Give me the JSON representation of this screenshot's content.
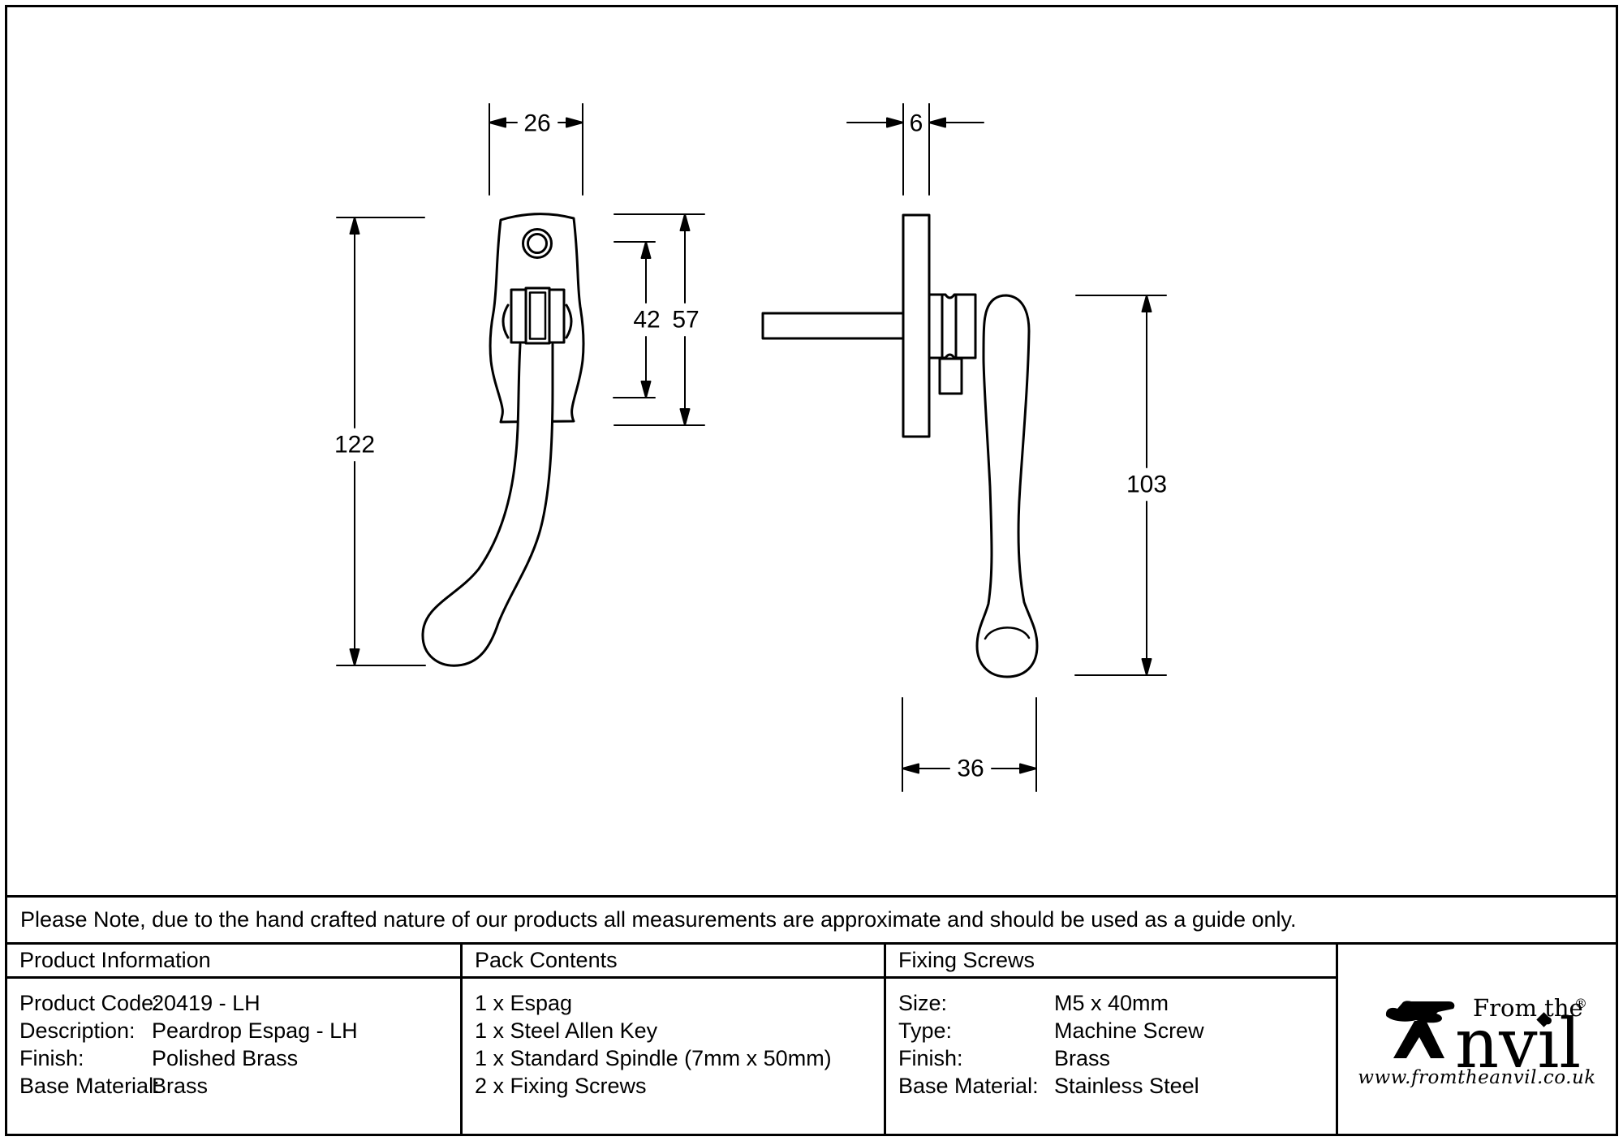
{
  "sheet": {
    "note": "Please Note, due to the hand crafted nature of our products all measurements are approximate and should be used as a guide only."
  },
  "drawing": {
    "front_view": {
      "plate_width_mm": "26",
      "overall_height_mm": "122",
      "inner_height_mm": "42",
      "plate_height_mm": "57"
    },
    "side_view": {
      "plate_thickness_mm": "6",
      "handle_drop_mm": "103",
      "projection_mm": "36"
    }
  },
  "table": {
    "product_information": {
      "header": "Product Information",
      "rows": [
        {
          "label": "Product Code:",
          "value": "20419 - LH"
        },
        {
          "label": "Description:",
          "value": "Peardrop Espag - LH"
        },
        {
          "label": "Finish:",
          "value": "Polished Brass"
        },
        {
          "label": "Base Material:",
          "value": "Brass"
        }
      ]
    },
    "pack_contents": {
      "header": "Pack Contents",
      "items": [
        "1 x Espag",
        "1 x Steel Allen Key",
        "1 x Standard Spindle (7mm x 50mm)",
        "2 x Fixing Screws"
      ]
    },
    "fixing_screws": {
      "header": "Fixing Screws",
      "rows": [
        {
          "label": "Size:",
          "value": "M5 x 40mm"
        },
        {
          "label": "Type:",
          "value": "Machine Screw"
        },
        {
          "label": "Finish:",
          "value": "Brass"
        },
        {
          "label": "Base Material:",
          "value": "Stainless Steel"
        }
      ]
    },
    "brand": {
      "tagline": "From the",
      "name_rest": "nvil",
      "registered": "®",
      "url": "www.fromtheanvil.co.uk"
    }
  },
  "colors": {
    "ink": "#000000",
    "paper": "#ffffff"
  }
}
